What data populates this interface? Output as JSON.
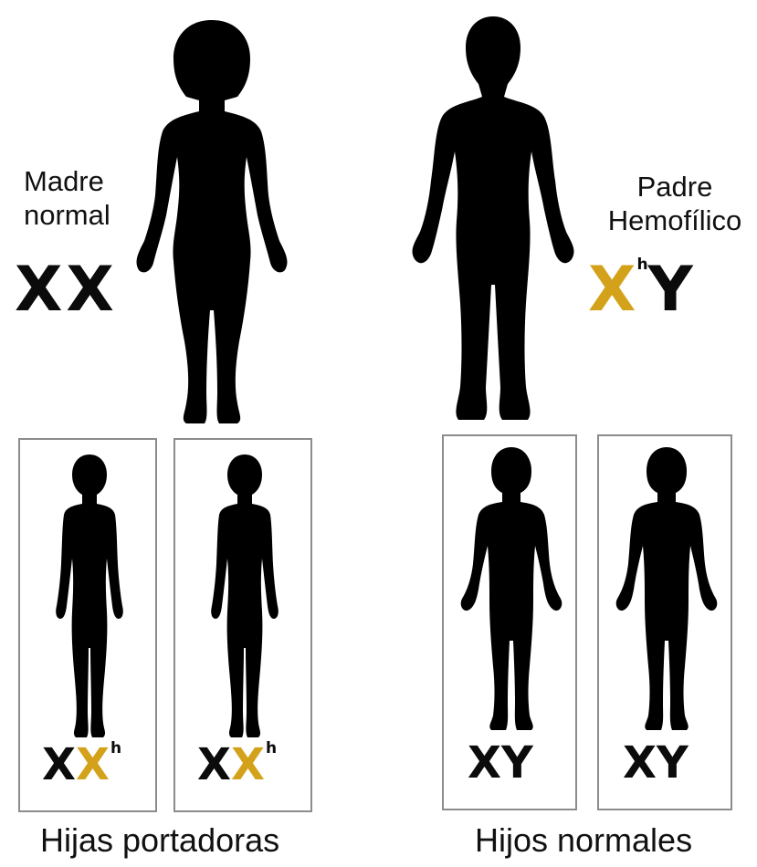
{
  "parents": {
    "mother": {
      "label_line1": "Madre",
      "label_line2": "normal",
      "genotype": {
        "a": "XX"
      }
    },
    "father": {
      "label_line1": "Padre",
      "label_line2": "Hemofílico",
      "genotype": {
        "x": "X",
        "sup": "h",
        "y": "Y"
      }
    }
  },
  "offspring": {
    "daughters": [
      {
        "x1": "X",
        "x2": "X",
        "sup": "h"
      },
      {
        "x1": "X",
        "x2": "X",
        "sup": "h"
      }
    ],
    "sons": [
      {
        "genotype": "XY"
      },
      {
        "genotype": "XY"
      }
    ],
    "daughters_caption": "Hijas portadoras",
    "sons_caption": "Hijos normales"
  },
  "colors": {
    "silhouette": "#000000",
    "affected_allele": "#d4a21a",
    "box_border": "#8c8c8c"
  }
}
